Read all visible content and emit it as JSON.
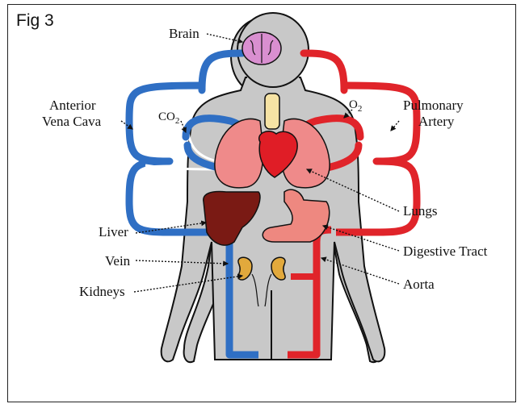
{
  "figure": {
    "label": "Fig 3"
  },
  "labels": {
    "brain": "Brain",
    "anterior_vena_cava_line1": "Anterior",
    "anterior_vena_cava_line2": "Vena Cava",
    "pulmonary_artery_line1": "Pulmonary",
    "pulmonary_artery_line2": "Artery",
    "co2_main": "CO",
    "co2_sub": "2",
    "o2_main": "O",
    "o2_sub": "2",
    "liver": "Liver",
    "vein": "Vein",
    "kidneys": "Kidneys",
    "lungs": "Lungs",
    "digestive_tract": "Digestive Tract",
    "aorta": "Aorta"
  },
  "colors": {
    "body": "#c8c8c8",
    "outline": "#111111",
    "vein_blue": "#2f6fc4",
    "artery_red": "#e0242a",
    "brain": "#d98fd0",
    "lungs": "#ef8a8a",
    "heart": "#e01d26",
    "liver": "#7a1a14",
    "stomach": "#ee8880",
    "kidneys": "#e2a93c",
    "trachea": "#f6e3a4"
  }
}
